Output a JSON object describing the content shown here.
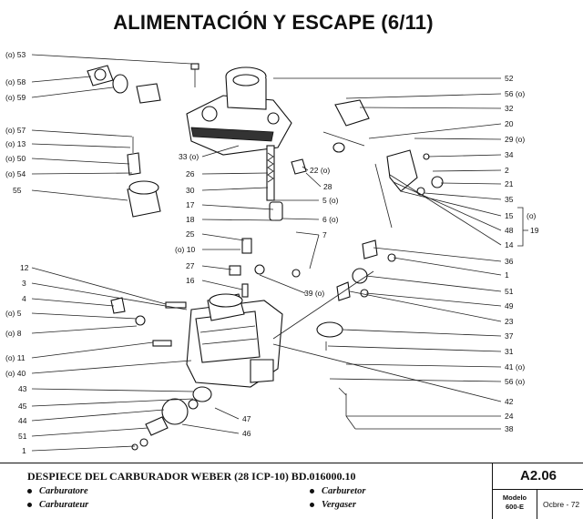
{
  "title": "ALIMENTACIÓN Y ESCAPE (6/11)",
  "parts_left": [
    {
      "num": "(o) 53"
    },
    {
      "num": "(o) 58"
    },
    {
      "num": "(o) 59"
    },
    {
      "num": "(o) 57"
    },
    {
      "num": "(o) 13"
    },
    {
      "num": "(o) 50"
    },
    {
      "num": "(o) 54"
    },
    {
      "num": "55"
    },
    {
      "num": "12"
    },
    {
      "num": "3"
    },
    {
      "num": "4"
    },
    {
      "num": "(o) 5"
    },
    {
      "num": "(o) 8"
    },
    {
      "num": "(o) 11"
    },
    {
      "num": "(o) 40"
    },
    {
      "num": "43"
    },
    {
      "num": "45"
    },
    {
      "num": "44"
    },
    {
      "num": "51"
    },
    {
      "num": "1"
    }
  ],
  "parts_center": [
    {
      "num": "33 (o)"
    },
    {
      "num": "26"
    },
    {
      "num": "30"
    },
    {
      "num": "17"
    },
    {
      "num": "18"
    },
    {
      "num": "25"
    },
    {
      "num": "(o) 10"
    },
    {
      "num": "27"
    },
    {
      "num": "16"
    },
    {
      "num": "39 (o)"
    },
    {
      "num": "28"
    },
    {
      "num": "22 (o)"
    },
    {
      "num": "47"
    },
    {
      "num": "46"
    }
  ],
  "parts_right": [
    {
      "num": "52"
    },
    {
      "num": "56 (o)"
    },
    {
      "num": "32"
    },
    {
      "num": "20"
    },
    {
      "num": "29 (o)"
    },
    {
      "num": "34"
    },
    {
      "num": "2"
    },
    {
      "num": "21"
    },
    {
      "num": "35"
    },
    {
      "num": "15"
    },
    {
      "num": "48"
    },
    {
      "num": "14"
    },
    {
      "num": "5 (o)"
    },
    {
      "num": "6 (o)"
    },
    {
      "num": "7"
    },
    {
      "num": "36"
    },
    {
      "num": "1"
    },
    {
      "num": "51"
    },
    {
      "num": "49"
    },
    {
      "num": "23"
    },
    {
      "num": "37"
    },
    {
      "num": "31"
    },
    {
      "num": "41 (o)"
    },
    {
      "num": "56 (o)"
    },
    {
      "num": "42"
    },
    {
      "num": "24"
    },
    {
      "num": "38"
    }
  ],
  "group_brace": {
    "marker": "(o)",
    "label": "19"
  },
  "footer": {
    "heading": "DESPIECE DEL CARBURADOR WEBER (28 ICP-10) BD.016000.10",
    "items": [
      "Carburatore",
      "Carburateur",
      "Carburetor",
      "Vergaser"
    ],
    "code": "A2.06",
    "modelo_label": "Modelo",
    "modelo_value": "600-E",
    "date": "Ocbre - 72"
  }
}
